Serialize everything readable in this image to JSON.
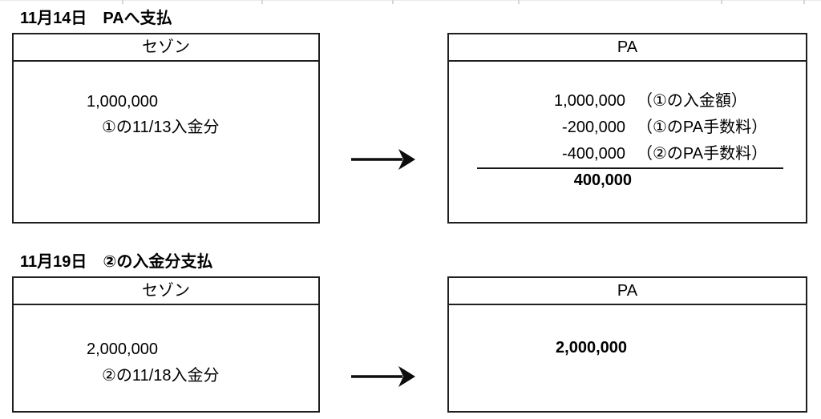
{
  "colors": {
    "background": "#ffffff",
    "box_border": "#1f1f1f",
    "text": "#000000",
    "arrow": "#0d0d0d",
    "gridline_stub": "#d6d6d6"
  },
  "sections": [
    {
      "title": "11月14日　PAへ支払",
      "left_box": {
        "header": "セゾン",
        "amount": "1,000,000",
        "description": "①の11/13入金分"
      },
      "right_box": {
        "header": "PA",
        "rows": [
          {
            "amount": "1,000,000",
            "note": "（①の入金額）"
          },
          {
            "amount": "-200,000",
            "note": "（①のPA手数料）"
          },
          {
            "amount": "-400,000",
            "note": "（②のPA手数料）"
          }
        ],
        "total": "400,000"
      }
    },
    {
      "title": "11月19日　②の入金分支払",
      "left_box": {
        "header": "セゾン",
        "amount": "2,000,000",
        "description": "②の11/18入金分"
      },
      "right_box": {
        "header": "PA",
        "amount": "2,000,000"
      }
    }
  ]
}
